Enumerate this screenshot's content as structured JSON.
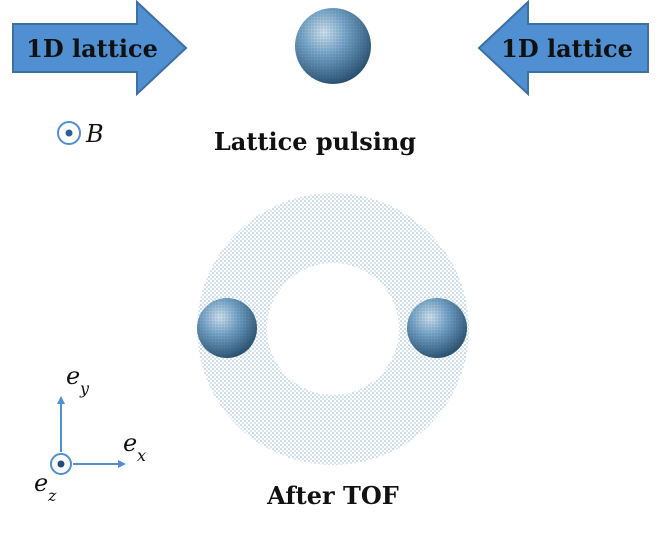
{
  "arrows": {
    "left_label": "1D lattice",
    "right_label": "1D lattice",
    "fill_color": "#4f8fd2",
    "stroke_color": "#3e6fa3"
  },
  "field": {
    "symbol": "B"
  },
  "captions": {
    "pulsing": "Lattice pulsing",
    "tof": "After TOF"
  },
  "axes": {
    "x_base": "e",
    "x_sub": "x",
    "y_base": "e",
    "y_sub": "y",
    "z_base": "e",
    "z_sub": "z",
    "color": "#4f8fd2"
  },
  "colors": {
    "atom_cloud": "#5f94b8",
    "ring_dots": "#8fb4d4"
  }
}
